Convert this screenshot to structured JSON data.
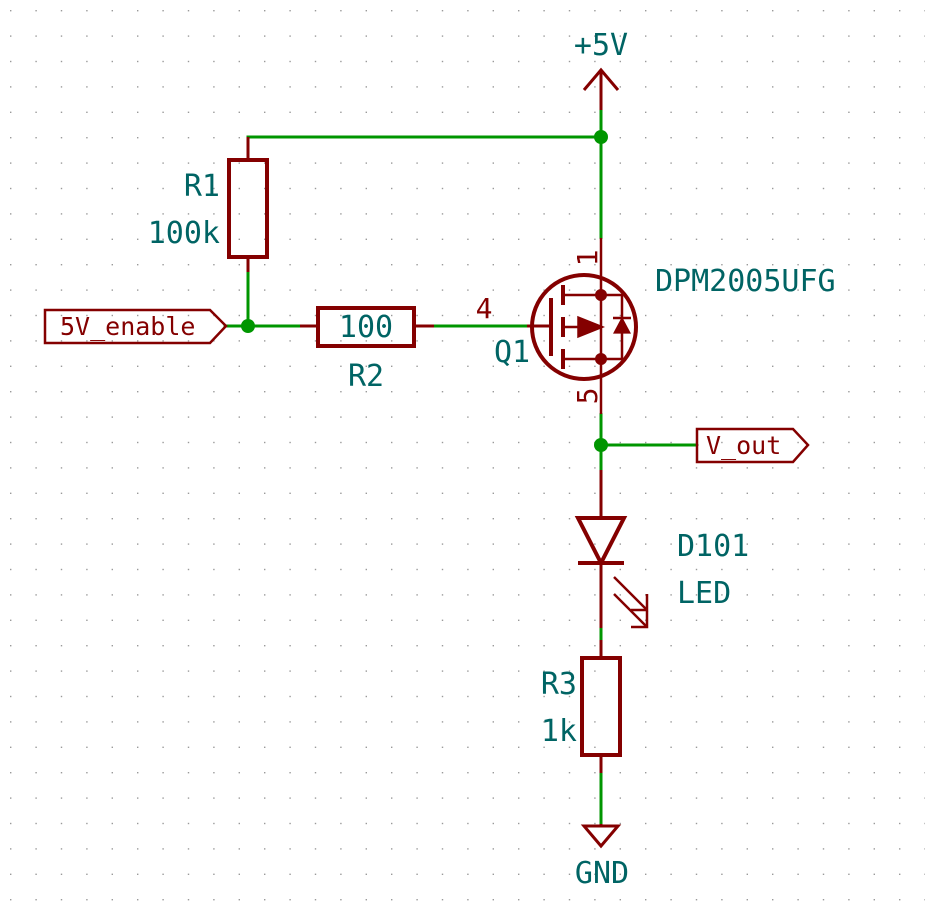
{
  "colors": {
    "wire": "#009600",
    "component": "#840000",
    "reference_text": "#006464",
    "background": "#ffffff",
    "grid_dots": "#9a9a9a"
  },
  "power": {
    "supply": "+5V",
    "ground": "GND"
  },
  "components": {
    "r1": {
      "ref": "R1",
      "value": "100k"
    },
    "r2": {
      "ref": "R2",
      "value": "100"
    },
    "r3": {
      "ref": "R3",
      "value": "1k"
    },
    "q1": {
      "ref": "Q1",
      "value": "DPM2005UFG",
      "pin_gate": "4",
      "pin_source": "1",
      "pin_drain": "5"
    },
    "d101": {
      "ref": "D101",
      "value": "LED"
    }
  },
  "net_labels": {
    "input": "5V_enable",
    "output": "V_out"
  }
}
